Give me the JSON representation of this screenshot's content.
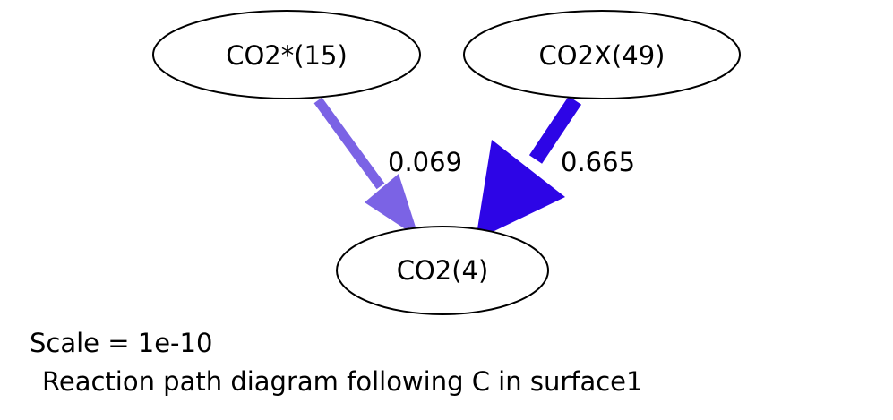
{
  "diagram": {
    "nodes": [
      {
        "id": "co2star",
        "label": "CO2*(15)"
      },
      {
        "id": "co2x",
        "label": "CO2X(49)"
      },
      {
        "id": "co2",
        "label": "CO2(4)"
      }
    ],
    "edges": [
      {
        "from": "CO2*(15)",
        "to": "CO2(4)",
        "label": "0.069",
        "color": "#7b63e5"
      },
      {
        "from": "CO2X(49)",
        "to": "CO2(4)",
        "label": "0.665",
        "color": "#2d05e6"
      }
    ],
    "scale_text": "Scale = 1e-10",
    "caption": "Reaction path diagram following C in surface1"
  }
}
